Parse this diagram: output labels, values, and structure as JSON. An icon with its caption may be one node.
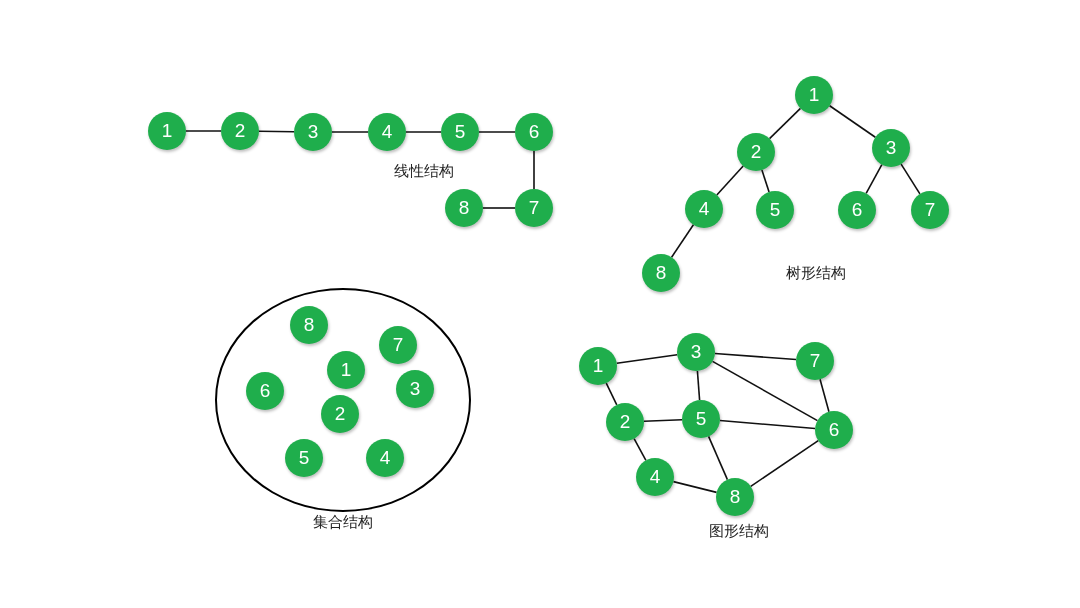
{
  "diagram": {
    "nodes": [
      {
        "text": [
          "1"
        ]
      },
      {
        "text": [
          "2"
        ]
      },
      {
        "text": [
          "3"
        ]
      },
      {
        "text": [
          "4"
        ]
      },
      {
        "text": [
          "5"
        ]
      },
      {
        "text": [
          "6"
        ]
      },
      {
        "text": [
          "7"
        ]
      },
      {
        "text": [
          "8"
        ]
      },
      {
        "text": [
          "1"
        ]
      },
      {
        "text": [
          "2"
        ]
      },
      {
        "text": [
          "3"
        ]
      },
      {
        "text": [
          "4"
        ]
      },
      {
        "text": [
          "5"
        ]
      },
      {
        "text": [
          "6"
        ]
      },
      {
        "text": [
          "7"
        ]
      },
      {
        "text": [
          "8"
        ]
      },
      {
        "text": [],
        "shape": "ellipse"
      },
      {
        "text": [
          "8"
        ],
        "in": 16
      },
      {
        "text": [
          "7"
        ],
        "in": 16
      },
      {
        "text": [
          "1"
        ],
        "in": 16
      },
      {
        "text": [
          "6"
        ],
        "in": 16
      },
      {
        "text": [
          "3"
        ],
        "in": 16
      },
      {
        "text": [
          "2"
        ],
        "in": 16
      },
      {
        "text": [
          "5"
        ],
        "in": 16
      },
      {
        "text": [
          "4"
        ],
        "in": 16
      },
      {
        "text": [
          "1"
        ]
      },
      {
        "text": [
          "3"
        ]
      },
      {
        "text": [
          "7"
        ]
      },
      {
        "text": [
          "2"
        ]
      },
      {
        "text": [
          "5"
        ]
      },
      {
        "text": [
          "6"
        ]
      },
      {
        "text": [
          "4"
        ]
      },
      {
        "text": [
          "8"
        ]
      }
    ],
    "edges": [
      {
        "from": 0,
        "to": 1,
        "arrow": "none"
      },
      {
        "from": 1,
        "to": 2,
        "arrow": "none"
      },
      {
        "from": 2,
        "to": 3,
        "arrow": "none"
      },
      {
        "from": 3,
        "to": 4,
        "arrow": "none"
      },
      {
        "from": 4,
        "to": 5,
        "arrow": "none"
      },
      {
        "from": 5,
        "to": 6,
        "arrow": "none"
      },
      {
        "from": 6,
        "to": 7,
        "arrow": "none"
      },
      {
        "from": 8,
        "to": 9,
        "arrow": "none"
      },
      {
        "from": 8,
        "to": 10,
        "arrow": "none"
      },
      {
        "from": 9,
        "to": 11,
        "arrow": "none"
      },
      {
        "from": 9,
        "to": 12,
        "arrow": "none"
      },
      {
        "from": 10,
        "to": 13,
        "arrow": "none"
      },
      {
        "from": 10,
        "to": 14,
        "arrow": "none"
      },
      {
        "from": 11,
        "to": 15,
        "arrow": "none"
      },
      {
        "from": 25,
        "to": 26,
        "arrow": "none"
      },
      {
        "from": 25,
        "to": 28,
        "arrow": "none"
      },
      {
        "from": 26,
        "to": 27,
        "arrow": "none"
      },
      {
        "from": 26,
        "to": 29,
        "arrow": "none"
      },
      {
        "from": 26,
        "to": 30,
        "arrow": "none"
      },
      {
        "from": 27,
        "to": 30,
        "arrow": "none"
      },
      {
        "from": 28,
        "to": 29,
        "arrow": "none"
      },
      {
        "from": 29,
        "to": 30,
        "arrow": "none"
      },
      {
        "from": 28,
        "to": 31,
        "arrow": "none"
      },
      {
        "from": 29,
        "to": 32,
        "arrow": "none"
      },
      {
        "from": 31,
        "to": 32,
        "arrow": "none"
      },
      {
        "from": 32,
        "to": 30,
        "arrow": "none"
      }
    ],
    "labels": [
      "线性结构",
      "树形结构",
      "集合结构",
      "图形结构"
    ]
  }
}
